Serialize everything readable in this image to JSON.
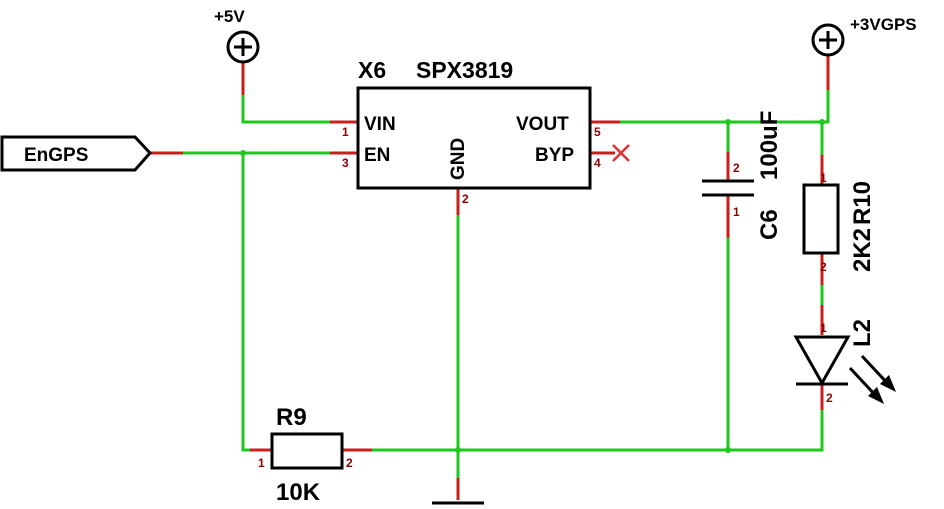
{
  "power": {
    "vcc5": "+5V",
    "vcc3": "+3VGPS"
  },
  "net": {
    "engps": "EnGPS"
  },
  "ic": {
    "ref": "X6",
    "part": "SPX3819",
    "pin_vin": "VIN",
    "pin_en": "EN",
    "pin_gnd": "GND",
    "pin_vout": "VOUT",
    "pin_byp": "BYP",
    "num_vin": "1",
    "num_en": "3",
    "num_gnd": "2",
    "num_vout": "5",
    "num_byp": "4"
  },
  "c6": {
    "ref": "C6",
    "value": "100uF",
    "pin_top": "2",
    "pin_bot": "1"
  },
  "r10": {
    "ref": "R10",
    "value": "2K2",
    "pin_top": "1",
    "pin_bot": "2"
  },
  "l2": {
    "ref": "L2",
    "pin_top": "1",
    "pin_bot": "2"
  },
  "r9": {
    "ref": "R9",
    "value": "10K",
    "pin_left": "1",
    "pin_right": "2"
  }
}
